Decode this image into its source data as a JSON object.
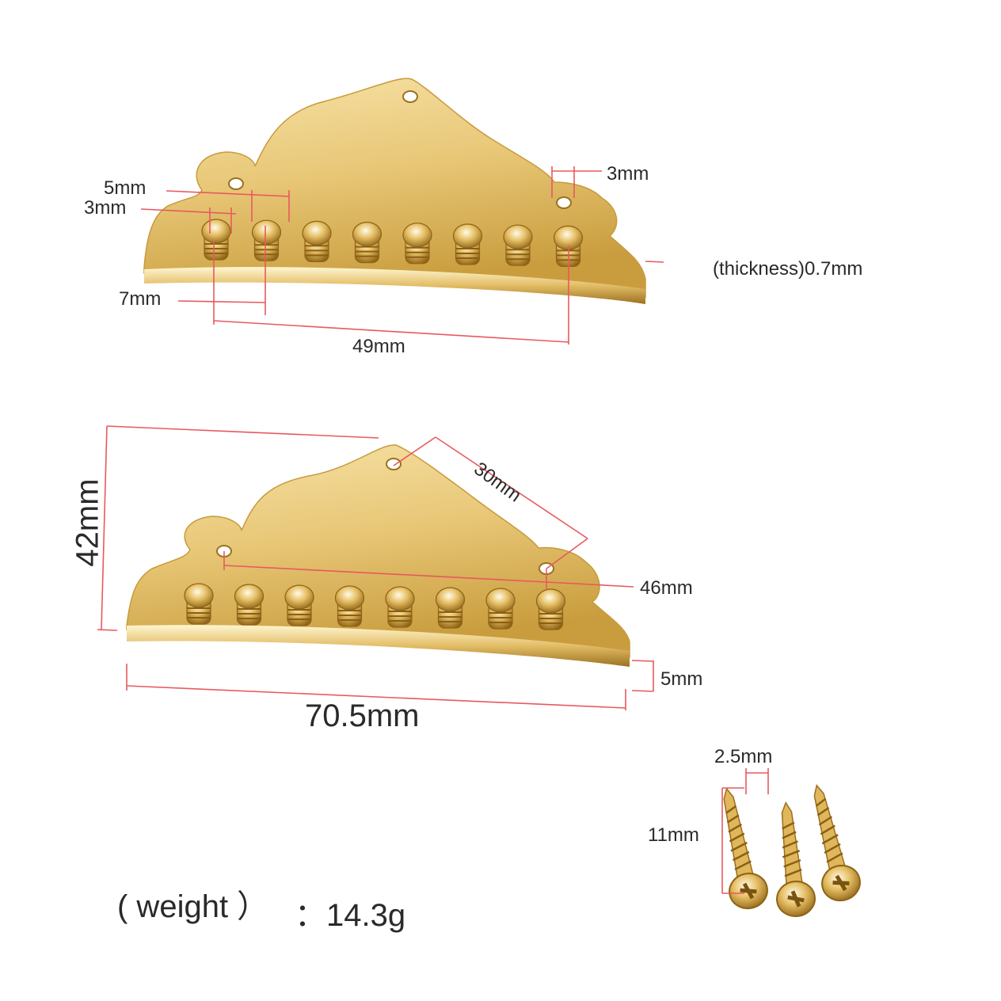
{
  "colors": {
    "dimension_line": "#e8595f",
    "gold_light": "#fff2c2",
    "gold_mid": "#e9c676",
    "gold_dark": "#a77a1d",
    "text": "#2a2a2a",
    "background": "#ffffff"
  },
  "top_view": {
    "dim_5mm": "5mm",
    "dim_3mm_left": "3mm",
    "dim_3mm_right": "3mm",
    "dim_7mm": "7mm",
    "dim_49mm": "49mm",
    "thickness": "(thickness)0.7mm"
  },
  "bottom_view": {
    "dim_42mm": "42mm",
    "dim_30mm": "30mm",
    "dim_46mm": "46mm",
    "dim_5mm": "5mm",
    "dim_70_5mm": "70.5mm"
  },
  "screws": {
    "dim_2_5mm": "2.5mm",
    "dim_11mm": "11mm",
    "count": 3
  },
  "weight": {
    "label": "( weight ）",
    "value": "：14.3g"
  },
  "icons": [
    "tailpiece-top-image",
    "tailpiece-bottom-image",
    "screw-icon"
  ]
}
